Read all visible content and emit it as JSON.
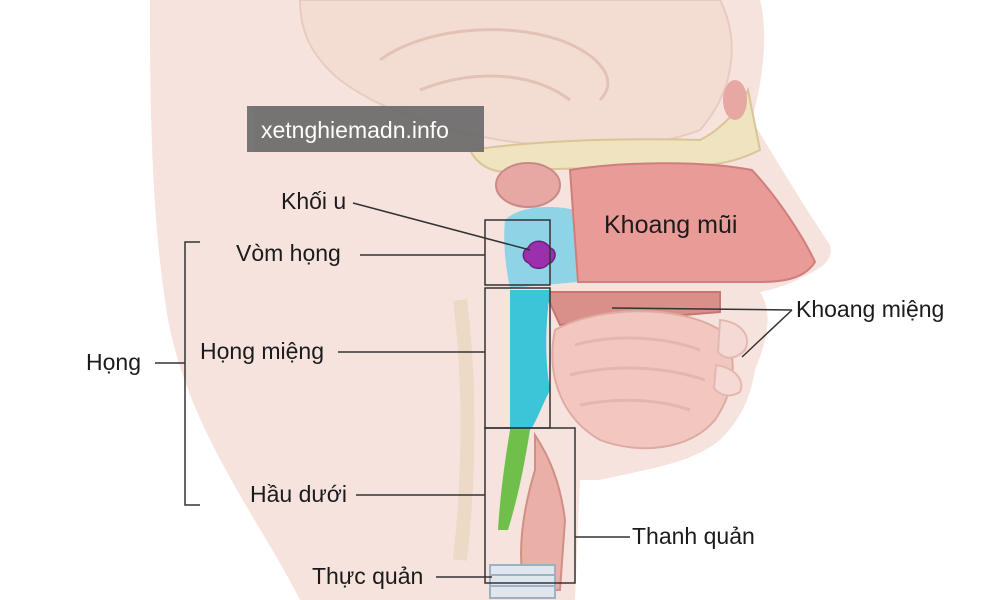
{
  "watermark": "xetnghiemadn.info",
  "labels": {
    "tumor": "Khối u",
    "nasopharynx": "Vòm họng",
    "pharynx": "Họng",
    "oropharynx": "Họng miệng",
    "hypopharynx": "Hầu dưới",
    "esophagus": "Thực quản",
    "nasal_cavity": "Khoang mũi",
    "oral_cavity": "Khoang miệng",
    "larynx": "Thanh quản"
  },
  "colors": {
    "nasopharynx_region": "#8fd3e6",
    "oropharynx_region": "#3cc4d9",
    "hypopharynx_region": "#6fbf4a",
    "tumor": "#9b2fae",
    "nasal_cavity": "#e89b97",
    "tissue": "#f2c7c0"
  }
}
